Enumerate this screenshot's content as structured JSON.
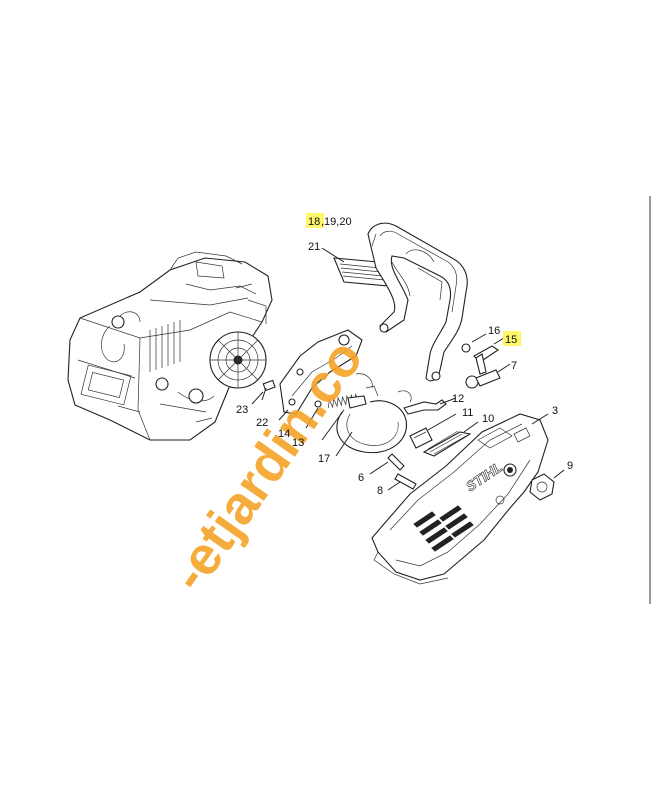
{
  "watermark": "-etjardin.co",
  "brand_mark": "STIHL",
  "colors": {
    "highlight": "#fff66a",
    "watermark_orange": "#f4a428",
    "watermark_green": "#b9d56a",
    "watermark_gray": "#b8ad9a",
    "line": "#222222"
  },
  "callouts": {
    "c18": "18",
    "c19_20": ",19,20",
    "c21": "21",
    "c16": "16",
    "c15": "15",
    "c7": "7",
    "c3": "3",
    "c12": "12",
    "c11": "11",
    "c10": "10",
    "c9": "9",
    "c6": "6",
    "c8": "8",
    "c17": "17",
    "c13": "13",
    "c14": "14",
    "c22": "22",
    "c23": "23"
  },
  "highlighted": [
    "18",
    "15"
  ]
}
